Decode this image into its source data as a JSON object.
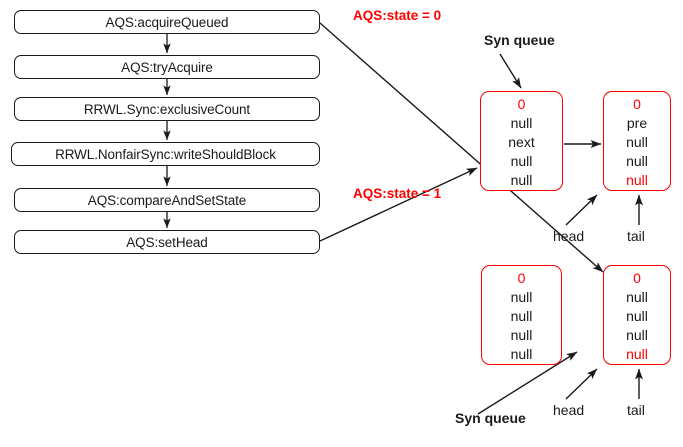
{
  "diagram": {
    "title": "AQS acquireQueued / Sync queue node state diagram",
    "colors": {
      "accent_red": "#FE0000",
      "stroke_black": "#1A1A1A",
      "background": "#FFFFFF"
    }
  },
  "flow": {
    "steps": [
      {
        "label": "AQS:acquireQueued"
      },
      {
        "label": "AQS:tryAcquire"
      },
      {
        "label": "RRWL.Sync:exclusiveCount"
      },
      {
        "label": "RRWL.NonfairSync:writeShouldBlock"
      },
      {
        "label": "AQS:compareAndSetState"
      },
      {
        "label": "AQS:setHead"
      }
    ]
  },
  "annotations": {
    "state_zero": "AQS:state = 0",
    "state_one": "AQS:state = 1",
    "syn_queue_top": "Syn queue",
    "syn_queue_bottom": "Syn queue",
    "head_top": "head",
    "tail_top": "tail",
    "head_bottom": "head",
    "tail_bottom": "tail"
  },
  "nodes": {
    "top_left": {
      "name": "head-node-top",
      "rows": [
        {
          "text": "0",
          "red": true
        },
        {
          "text": "null",
          "red": false
        },
        {
          "text": "next",
          "red": false
        },
        {
          "text": "null",
          "red": false
        },
        {
          "text": "null",
          "red": false
        }
      ]
    },
    "top_right": {
      "name": "tail-node-top",
      "rows": [
        {
          "text": "0",
          "red": true
        },
        {
          "text": "pre",
          "red": false
        },
        {
          "text": "null",
          "red": false
        },
        {
          "text": "null",
          "red": false
        },
        {
          "text": "null",
          "red": true
        }
      ]
    },
    "bottom_left": {
      "name": "head-node-bottom",
      "rows": [
        {
          "text": "0",
          "red": true
        },
        {
          "text": "null",
          "red": false
        },
        {
          "text": "null",
          "red": false
        },
        {
          "text": "null",
          "red": false
        },
        {
          "text": "null",
          "red": false
        }
      ]
    },
    "bottom_right": {
      "name": "tail-node-bottom",
      "rows": [
        {
          "text": "0",
          "red": true
        },
        {
          "text": "null",
          "red": false
        },
        {
          "text": "null",
          "red": false
        },
        {
          "text": "null",
          "red": false
        },
        {
          "text": "null",
          "red": true
        }
      ]
    }
  }
}
